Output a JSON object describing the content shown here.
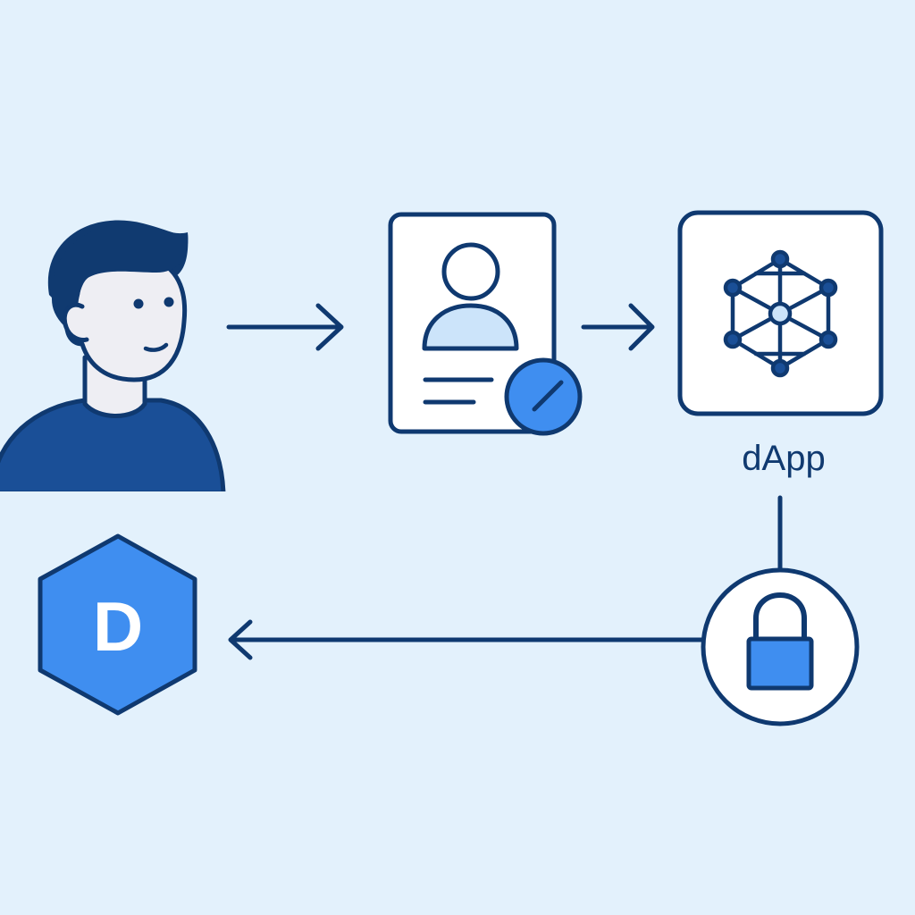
{
  "diagram": {
    "nodes": {
      "user": {
        "icon": "user-avatar-icon"
      },
      "credential": {
        "icon": "id-card-verified-icon"
      },
      "dapp": {
        "icon": "network-cube-icon",
        "label": "dApp"
      },
      "lock": {
        "icon": "lock-icon"
      },
      "logo": {
        "icon": "hexagon-logo-icon",
        "letter": "D"
      }
    },
    "edges": [
      {
        "from": "user",
        "to": "credential"
      },
      {
        "from": "credential",
        "to": "dapp"
      },
      {
        "from": "dapp",
        "to": "lock"
      },
      {
        "from": "lock",
        "to": "logo"
      }
    ]
  },
  "colors": {
    "background": "#e3f1fc",
    "stroke": "#0f3970",
    "navy": "#103a70",
    "shirt": "#1a4f97",
    "skin": "#eeeef3",
    "accent": "#3f8ef0",
    "light_blue": "#cce4fa",
    "white": "#ffffff"
  }
}
